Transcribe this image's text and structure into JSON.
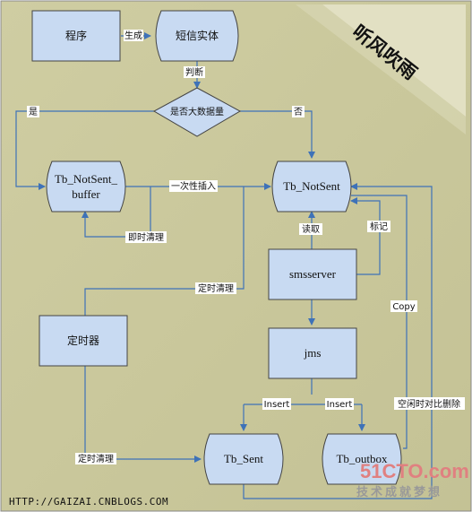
{
  "nodes": {
    "program": "程序",
    "sms_entity": "短信实体",
    "decision": "是否大数据量",
    "notsent_buffer_line1": "Tb_NotSent_",
    "notsent_buffer_line2": "buffer",
    "notsent": "Tb_NotSent",
    "smsserver": "smsserver",
    "timer": "定时器",
    "jms": "jms",
    "sent": "Tb_Sent",
    "outbox": "Tb_outbox"
  },
  "edge_labels": {
    "generate": "生成",
    "judge": "判断",
    "yes": "是",
    "no": "否",
    "bulk_insert": "一次性插入",
    "instant_clean": "即时清理",
    "timed_clean_top": "定时清理",
    "timed_clean_bottom": "定时清理",
    "read": "读取",
    "mark": "标记",
    "copy": "Copy",
    "insert_left": "Insert",
    "insert_right": "Insert",
    "idle_delete": "空闲时对比删除"
  },
  "stamp": "听风吹雨",
  "footer_url": "HTTP://GAIZAI.CNBLOGS.COM",
  "watermark": {
    "logo": "51CTO.com",
    "tagline": "技术成就梦想"
  },
  "colors": {
    "background": "#c9c79a",
    "node_fill": "#c8daf2",
    "edge": "#3e72b8",
    "watermark": "#e08080"
  }
}
